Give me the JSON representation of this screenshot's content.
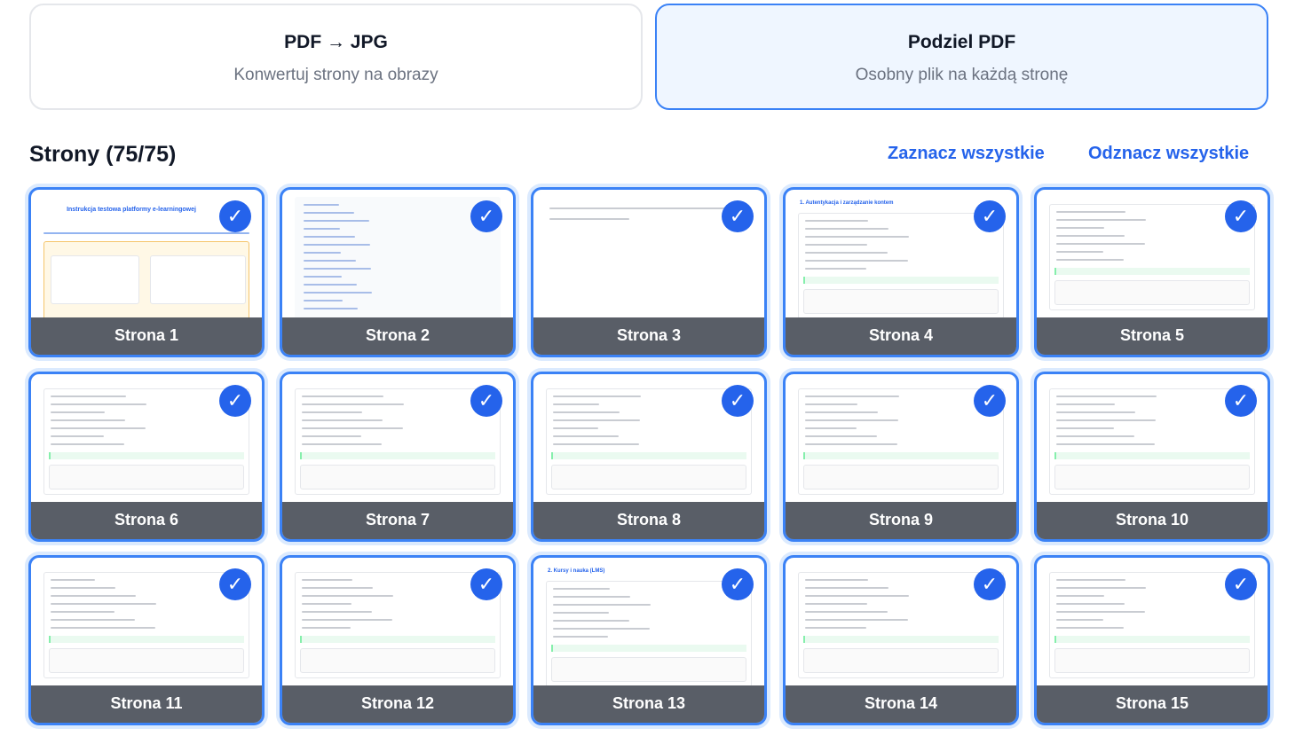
{
  "modes": [
    {
      "title": "PDF → JPG",
      "subtitle": "Konwertuj strony na obrazy",
      "active": false
    },
    {
      "title": "Podziel PDF",
      "subtitle": "Osobny plik na każdą stronę",
      "active": true
    }
  ],
  "pages_section": {
    "heading": "Strony (75/75)",
    "select_all": "Zaznacz wszystkie",
    "deselect_all": "Odznacz wszystkie"
  },
  "check_icon": "✓",
  "colors": {
    "accent": "#2563eb",
    "selected_border": "#3b82f6",
    "label_bar": "#4b505a"
  },
  "pages": [
    {
      "label": "Strona 1",
      "selected": true,
      "heading": "Instrukcja testowa platformy e-learningowej"
    },
    {
      "label": "Strona 2",
      "selected": true
    },
    {
      "label": "Strona 3",
      "selected": true
    },
    {
      "label": "Strona 4",
      "selected": true,
      "heading": "1. Autentykacja i zarządzanie kontem"
    },
    {
      "label": "Strona 5",
      "selected": true
    },
    {
      "label": "Strona 6",
      "selected": true
    },
    {
      "label": "Strona 7",
      "selected": true
    },
    {
      "label": "Strona 8",
      "selected": true
    },
    {
      "label": "Strona 9",
      "selected": true
    },
    {
      "label": "Strona 10",
      "selected": true
    },
    {
      "label": "Strona 11",
      "selected": true
    },
    {
      "label": "Strona 12",
      "selected": true
    },
    {
      "label": "Strona 13",
      "selected": true,
      "heading": "2. Kursy i nauka (LMS)"
    },
    {
      "label": "Strona 14",
      "selected": true
    },
    {
      "label": "Strona 15",
      "selected": true
    }
  ]
}
